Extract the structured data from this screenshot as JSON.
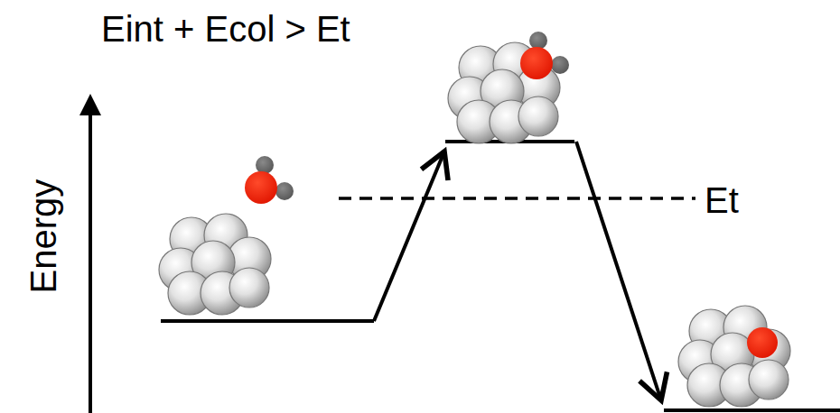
{
  "diagram": {
    "labels": [
      "Eint + Ecol > Et",
      "Energy",
      "Et"
    ]
  }
}
